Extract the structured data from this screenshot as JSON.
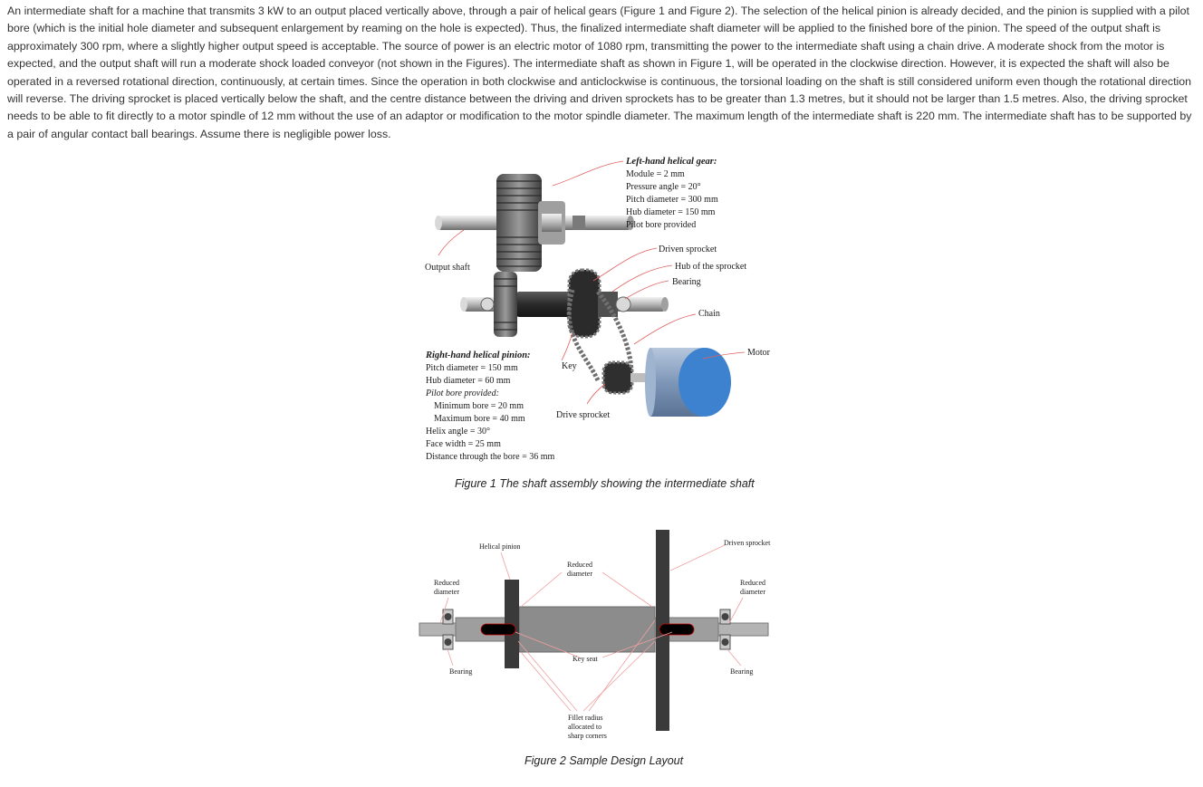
{
  "problem_text": "An intermediate shaft for a machine that transmits 3 kW to an output placed vertically above, through a pair of helical gears (Figure 1 and Figure 2). The selection of the helical pinion is already decided, and the pinion is supplied with a pilot bore (which is the initial hole diameter and subsequent enlargement by reaming on the hole is expected). Thus, the finalized intermediate shaft diameter will be applied to the finished bore of the pinion. The speed of the output shaft is approximately 300 rpm, where a slightly higher output speed is acceptable. The source of power is an electric motor of 1080 rpm, transmitting the power to the intermediate shaft using a chain drive. A moderate shock from the motor is expected, and the output shaft will run a moderate shock loaded conveyor (not shown in the Figures). The intermediate shaft as shown in Figure 1, will be operated in the clockwise direction. However, it is expected the shaft will also be operated in a reversed rotational direction, continuously, at certain times. Since the operation in both clockwise and anticlockwise is continuous, the torsional loading on the shaft is still considered uniform even though the rotational direction will reverse. The driving sprocket is placed vertically below the shaft, and the centre distance between the driving and driven sprockets has to be greater than 1.3 metres, but it should not be larger than 1.5 metres. Also, the driving sprocket needs to be able to fit directly to a motor spindle of 12 mm without the use of an adaptor or modification to the motor spindle diameter. The maximum length of the intermediate shaft is 220 mm. The intermediate shaft has to be supported by a pair of angular contact ball bearings. Assume there is negligible power loss.",
  "figure1": {
    "caption": "Figure 1 The shaft assembly showing the intermediate shaft",
    "gear_title": "Left-hand helical gear:",
    "gear_specs": [
      "Module = 2 mm",
      "Pressure angle = 20°",
      "Pitch diameter =  300 mm",
      "Hub diameter = 150 mm",
      "Pilot bore provided"
    ],
    "labels": {
      "output_shaft": "Output shaft",
      "driven_sprocket": "Driven sprocket",
      "hub": "Hub of the sprocket",
      "bearing": "Bearing",
      "chain": "Chain",
      "motor": "Motor",
      "key": "Key",
      "drive_sprocket": "Drive sprocket"
    },
    "pinion_title": "Right-hand helical pinion:",
    "pinion_specs": [
      "Pitch diameter =  150 mm",
      "Hub diameter = 60 mm"
    ],
    "pilot_title": "Pilot bore provided:",
    "pilot_specs": [
      "Minimum bore = 20 mm",
      "Maximum bore = 40 mm"
    ],
    "pinion_specs2": [
      "Helix angle = 30°",
      "Face width = 25 mm",
      "Distance through the bore = 36 mm"
    ]
  },
  "figure2": {
    "caption": "Figure 2 Sample Design Layout",
    "labels": {
      "helical_pinion": "Helical pinion",
      "reduced_diameter_top": [
        "Reduced",
        "diameter"
      ],
      "reduced_diameter_left": [
        "Reduced",
        "diameter"
      ],
      "reduced_diameter_right": [
        "Reduced",
        "diameter"
      ],
      "driven_sprocket": "Driven sprocket",
      "key_seat": "Key seat",
      "bearing_left": "Bearing",
      "bearing_right": "Bearing",
      "fillet": [
        "Fillet radius",
        "allocated to",
        "sharp corners"
      ]
    }
  },
  "colors": {
    "motor_blue": "#3d82cf",
    "shaft_grey": "#8c8c8c",
    "dark_steel": "#3a3a3a",
    "leader_red": "#e06060"
  }
}
